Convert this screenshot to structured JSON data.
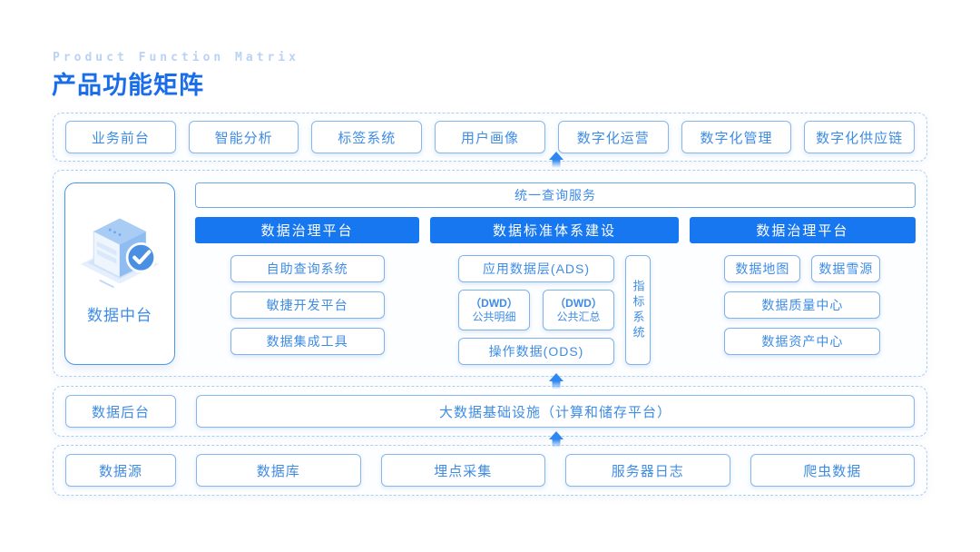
{
  "page": {
    "eyebrow": "Product Function Matrix",
    "title": "产品功能矩阵"
  },
  "colors": {
    "accent_blue": "#1677f0",
    "line_blue": "#7eb3ec",
    "text_blue": "#3f8ce5",
    "dash_blue": "#aecdf2"
  },
  "front_section": {
    "items": [
      "业务前台",
      "智能分析",
      "标签系统",
      "用户画像",
      "数字化运营",
      "数字化管理",
      "数字化供应链"
    ]
  },
  "middle_section": {
    "side_label": "数据中台",
    "side_icon": "data-platform-cube-check-icon",
    "unified_bar": "统一查询服务",
    "columns": [
      {
        "header": "数据治理平台",
        "items": [
          "自助查询系统",
          "敏捷开发平台",
          "数据集成工具"
        ]
      },
      {
        "header": "数据标准体系建设",
        "top": "应用数据层(ADS)",
        "dwd": [
          {
            "line1": "（DWD）",
            "line2": "公共明细"
          },
          {
            "line1": "（DWD）",
            "line2": "公共汇总"
          }
        ],
        "bottom": "操作数据(ODS)",
        "vertical": "指标系统"
      },
      {
        "header": "数据治理平台",
        "pair": [
          "数据地图",
          "数据雪源"
        ],
        "wide": [
          "数据质量中心",
          "数据资产中心"
        ]
      }
    ]
  },
  "backend_section": {
    "side_label": "数据后台",
    "bar": "大数据基础设施（计算和储存平台）"
  },
  "source_section": {
    "items": [
      "数据源",
      "数据库",
      "埋点采集",
      "服务器日志",
      "爬虫数据"
    ]
  }
}
